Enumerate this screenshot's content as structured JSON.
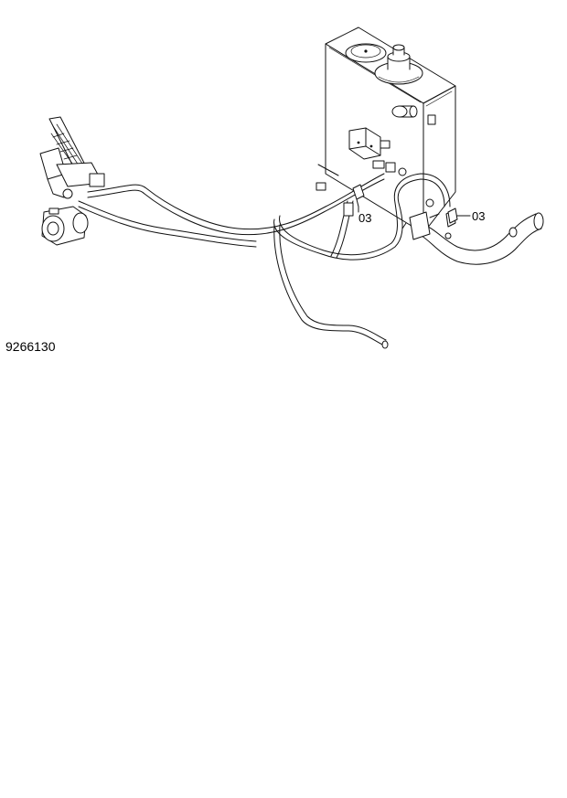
{
  "figure_id": "9266130",
  "callouts": [
    {
      "label": "03"
    },
    {
      "label": "03"
    }
  ]
}
